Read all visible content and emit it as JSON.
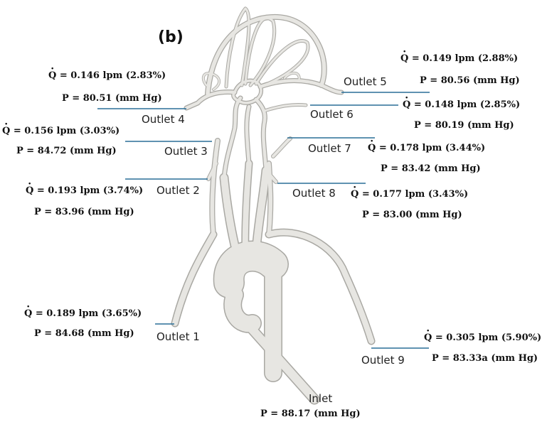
{
  "panel_label": "(b)",
  "outlets": [
    {
      "id": 1,
      "name": "Outlet 1",
      "flow": "Q = 0.189 lpm (3.65%)",
      "pressure": "P = 84.68 (mm Hg)"
    },
    {
      "id": 2,
      "name": "Outlet 2",
      "flow": "Q = 0.193 lpm (3.74%)",
      "pressure": "P = 83.96 (mm Hg)"
    },
    {
      "id": 3,
      "name": "Outlet 3",
      "flow": "Q = 0.156 lpm (3.03%)",
      "pressure": "P = 84.72 (mm Hg)"
    },
    {
      "id": 4,
      "name": "Outlet 4",
      "flow": "Q = 0.146 lpm (2.83%)",
      "pressure": "P = 80.51 (mm Hg)"
    },
    {
      "id": 5,
      "name": "Outlet 5",
      "flow": "Q = 0.149 lpm (2.88%)",
      "pressure": "P = 80.56 (mm Hg)"
    },
    {
      "id": 6,
      "name": "Outlet 6",
      "flow": "Q = 0.148 lpm (2.85%)",
      "pressure": "P = 80.19 (mm Hg)"
    },
    {
      "id": 7,
      "name": "Outlet 7",
      "flow": "Q = 0.178 lpm (3.44%)",
      "pressure": "P = 83.42 (mm Hg)"
    },
    {
      "id": 8,
      "name": "Outlet 8",
      "flow": "Q = 0.177 lpm (3.43%)",
      "pressure": "P = 83.00 (mm Hg)"
    },
    {
      "id": 9,
      "name": "Outlet 9",
      "flow": "Q = 0.305 lpm (5.90%)",
      "pressure": "P = 83.33a (mm Hg)"
    }
  ],
  "inlet": {
    "name": "Inlet",
    "pressure": "P = 88.17 (mm Hg)"
  },
  "colors": {
    "leader_line": "#2a6f97",
    "vessel_fill": "#e7e6e2",
    "vessel_edge": "#a9a8a3"
  }
}
